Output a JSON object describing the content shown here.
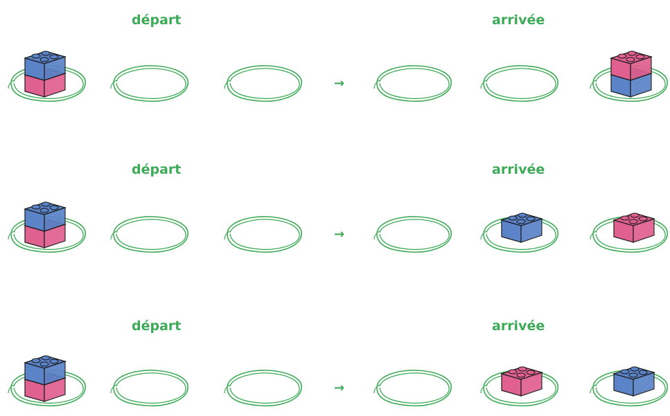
{
  "colors": {
    "green": "#3daa57",
    "blue": "#5b83c8",
    "pink": "#e0608f",
    "outline": "#1a1a1a"
  },
  "rows": [
    {
      "start_label": "départ",
      "end_label": "arrivée",
      "arrow": "→",
      "start_plates": [
        [
          "blue",
          "pink"
        ],
        [],
        []
      ],
      "end_plates": [
        [],
        [],
        [
          "pink",
          "blue"
        ]
      ]
    },
    {
      "start_label": "départ",
      "end_label": "arrivée",
      "arrow": "→",
      "start_plates": [
        [
          "blue",
          "pink"
        ],
        [],
        []
      ],
      "end_plates": [
        [],
        [
          "blue"
        ],
        [
          "pink"
        ]
      ]
    },
    {
      "start_label": "départ",
      "end_label": "arrivée",
      "arrow": "→",
      "start_plates": [
        [
          "blue",
          "pink"
        ],
        [],
        []
      ],
      "end_plates": [
        [],
        [
          "pink"
        ],
        [
          "blue"
        ]
      ]
    }
  ]
}
